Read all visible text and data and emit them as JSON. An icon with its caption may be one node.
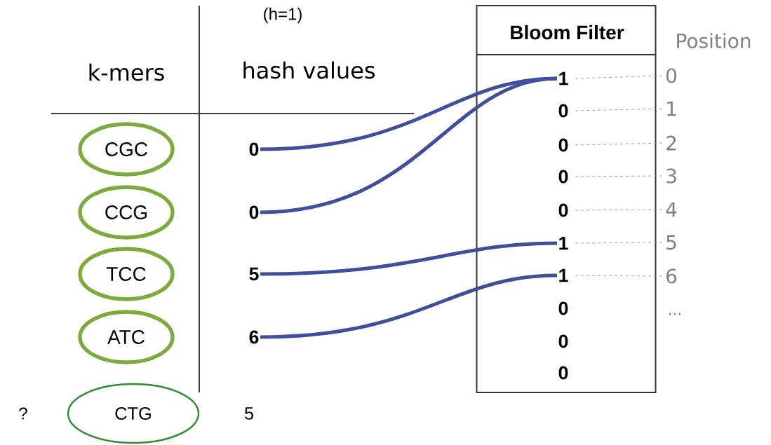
{
  "diagram": {
    "nodes": [
      {
        "text": [
          "Bloom Filter"
        ]
      },
      {
        "text": [
          "1"
        ],
        "in": 0
      },
      {
        "text": [
          "0"
        ],
        "in": 0
      },
      {
        "text": [
          "0"
        ],
        "in": 0
      },
      {
        "text": [
          "0"
        ],
        "in": 0
      },
      {
        "text": [
          "0"
        ],
        "in": 0
      },
      {
        "text": [
          "1"
        ],
        "in": 0
      },
      {
        "text": [
          "1"
        ],
        "in": 0
      },
      {
        "text": [
          "0"
        ],
        "in": 0
      },
      {
        "text": [
          "0"
        ],
        "in": 0
      },
      {
        "text": [
          "0"
        ],
        "in": 0
      },
      {
        "text": [
          "CGC"
        ]
      },
      {
        "text": [
          "CCG"
        ]
      },
      {
        "text": [
          "TCC"
        ]
      },
      {
        "text": [
          "ATC"
        ]
      },
      {
        "text": [
          "CTG"
        ]
      },
      {
        "text": [
          "0"
        ]
      },
      {
        "text": [
          "0"
        ]
      },
      {
        "text": [
          "5"
        ]
      },
      {
        "text": [
          "6"
        ]
      },
      {
        "text": [
          "0"
        ]
      },
      {
        "text": [
          "1"
        ]
      },
      {
        "text": [
          "2"
        ]
      },
      {
        "text": [
          "3"
        ]
      },
      {
        "text": [
          "4"
        ]
      },
      {
        "text": [
          "5"
        ]
      },
      {
        "text": [
          "6"
        ]
      }
    ],
    "edges": [
      {
        "from": 16,
        "to": 1,
        "arrow": "none",
        "style": "thick",
        "color": "#3f4f9b"
      },
      {
        "from": 17,
        "to": 1,
        "arrow": "none",
        "style": "thick",
        "color": "#3f4f9b"
      },
      {
        "from": 18,
        "to": 6,
        "arrow": "none",
        "style": "thick",
        "color": "#3f4f9b"
      },
      {
        "from": 19,
        "to": 7,
        "arrow": "none",
        "style": "thick",
        "color": "#3f4f9b"
      },
      {
        "from": 1,
        "to": 20,
        "arrow": "none",
        "style": "dashed",
        "color": "#999999"
      },
      {
        "from": 2,
        "to": 21,
        "arrow": "none",
        "style": "dashed",
        "color": "#999999"
      },
      {
        "from": 3,
        "to": 22,
        "arrow": "none",
        "style": "dashed",
        "color": "#999999"
      },
      {
        "from": 4,
        "to": 23,
        "arrow": "none",
        "style": "dashed",
        "color": "#999999"
      },
      {
        "from": 5,
        "to": 24,
        "arrow": "none",
        "style": "dashed",
        "color": "#999999"
      },
      {
        "from": 6,
        "to": 25,
        "arrow": "none",
        "style": "dashed",
        "color": "#999999"
      },
      {
        "from": 7,
        "to": 26,
        "arrow": "none",
        "style": "dashed",
        "color": "#999999"
      }
    ],
    "labels": [
      "(h=1)",
      "k-mers",
      "hash values",
      "Position",
      "...",
      "?",
      "5"
    ]
  }
}
